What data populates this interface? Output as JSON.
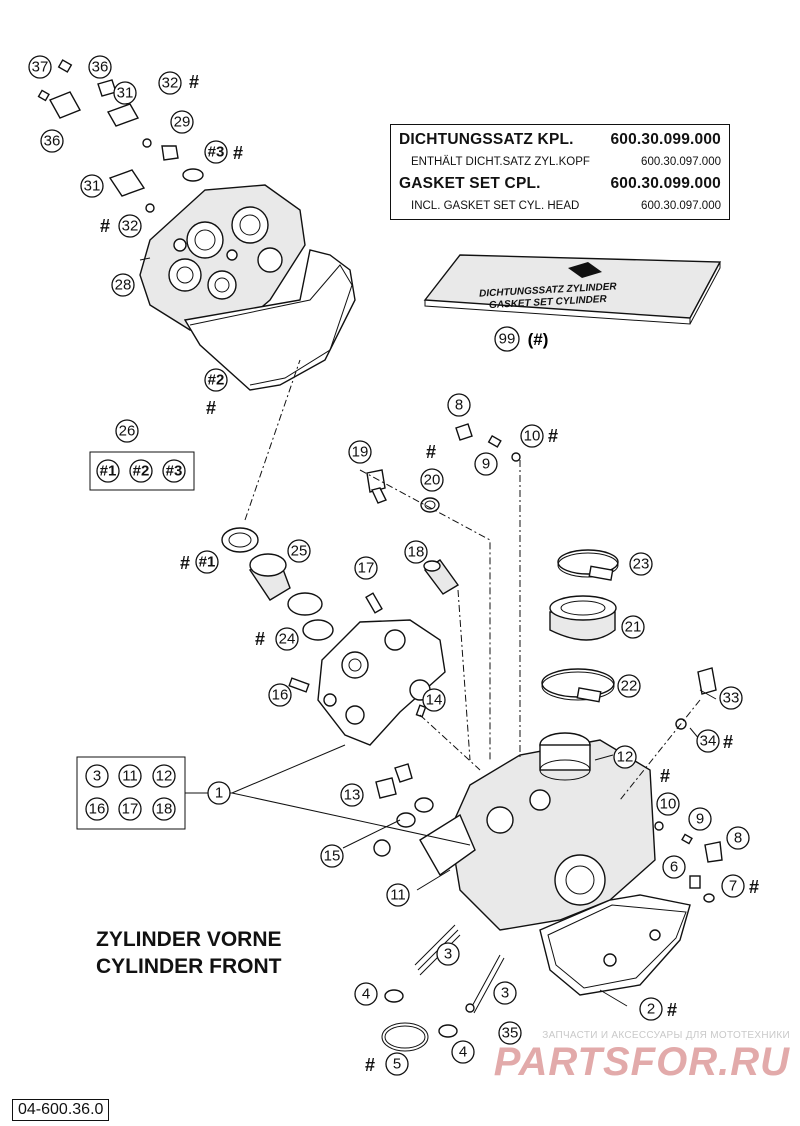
{
  "info_box": {
    "line1_label": "DICHTUNGSSATZ KPL.",
    "line1_value": "600.30.099.000",
    "line2_label": "ENTHÄLT DICHT.SATZ ZYL.KOPF",
    "line2_value": "600.30.097.000",
    "line3_label": "GASKET SET CPL.",
    "line3_value": "600.30.099.000",
    "line4_label": "INCL. GASKET SET CYL. HEAD",
    "line4_value": "600.30.097.000"
  },
  "gasket_package": {
    "line1": "DICHTUNGSSATZ ZYLINDER",
    "line2": "GASKET SET CYLINDER",
    "callout": "99",
    "suffix": "(#)"
  },
  "title": {
    "line1": "ZYLINDER VORNE",
    "line2": "CYLINDER FRONT"
  },
  "diagram_number": "04-600.36.0",
  "watermark": {
    "tagline": "ЗАПЧАСТИ И АКСЕССУАРЫ ДЛЯ МОТОТЕХНИКИ",
    "brand": "PARTSFOR.RU"
  },
  "set_box_26": [
    "#1",
    "#2",
    "#3"
  ],
  "set_box_1": [
    "3",
    "11",
    "12",
    "16",
    "17",
    "18"
  ],
  "callouts": [
    {
      "n": "37",
      "hash": false
    },
    {
      "n": "36",
      "hash": false
    },
    {
      "n": "36",
      "hash": false
    },
    {
      "n": "31",
      "hash": false
    },
    {
      "n": "32",
      "hash": true
    },
    {
      "n": "29",
      "hash": false
    },
    {
      "n": "#3",
      "hash": true
    },
    {
      "n": "31",
      "hash": false
    },
    {
      "n": "32",
      "hash": true
    },
    {
      "n": "28",
      "hash": false
    },
    {
      "n": "#2",
      "hash": true
    },
    {
      "n": "26",
      "hash": false
    },
    {
      "n": "8",
      "hash": false
    },
    {
      "n": "10",
      "hash": true
    },
    {
      "n": "9",
      "hash": false
    },
    {
      "n": "19",
      "hash": false
    },
    {
      "n": "20",
      "hash": true
    },
    {
      "n": "#1",
      "hash": true
    },
    {
      "n": "25",
      "hash": false
    },
    {
      "n": "18",
      "hash": false
    },
    {
      "n": "23",
      "hash": false
    },
    {
      "n": "17",
      "hash": false
    },
    {
      "n": "24",
      "hash": true
    },
    {
      "n": "21",
      "hash": false
    },
    {
      "n": "22",
      "hash": false
    },
    {
      "n": "16",
      "hash": false
    },
    {
      "n": "14",
      "hash": false
    },
    {
      "n": "33",
      "hash": false
    },
    {
      "n": "34",
      "hash": true
    },
    {
      "n": "12",
      "hash": false
    },
    {
      "n": "1",
      "hash": false
    },
    {
      "n": "13",
      "hash": false
    },
    {
      "n": "10",
      "hash": true
    },
    {
      "n": "9",
      "hash": false
    },
    {
      "n": "8",
      "hash": false
    },
    {
      "n": "15",
      "hash": false
    },
    {
      "n": "6",
      "hash": false
    },
    {
      "n": "7",
      "hash": true
    },
    {
      "n": "11",
      "hash": false
    },
    {
      "n": "3",
      "hash": false
    },
    {
      "n": "3",
      "hash": false
    },
    {
      "n": "4",
      "hash": false
    },
    {
      "n": "2",
      "hash": true
    },
    {
      "n": "35",
      "hash": false
    },
    {
      "n": "5",
      "hash": true
    },
    {
      "n": "4",
      "hash": false
    }
  ]
}
